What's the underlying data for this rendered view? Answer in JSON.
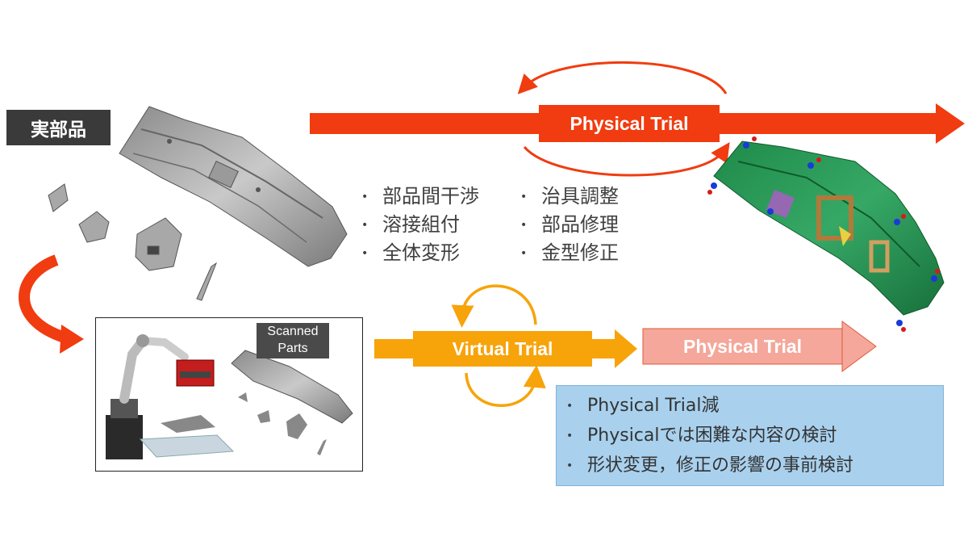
{
  "real_parts_label": "実部品",
  "physical_trial_main": "Physical Trial",
  "physical_trial_light": "Physical Trial",
  "virtual_trial": "Virtual Trial",
  "scanned_parts_label": [
    "Scanned",
    "Parts"
  ],
  "physical_issues_left": [
    "部品間干渉",
    "溶接組付",
    "全体変形"
  ],
  "physical_issues_right": [
    "治具調整",
    "部品修理",
    "金型修正"
  ],
  "virtual_benefits": [
    "Physical Trial減",
    "Physicalでは困難な内容の検討",
    "形状変更，修正の影響の事前検討"
  ],
  "bullet_glyph": "•",
  "colors": {
    "physical_arrow": "#f03c10",
    "virtual_arrow": "#f7a30a",
    "physical_light": "#f4a79a",
    "benefit_box": "#a9d1ee",
    "real_parts_tag": "#3a3a3a"
  }
}
